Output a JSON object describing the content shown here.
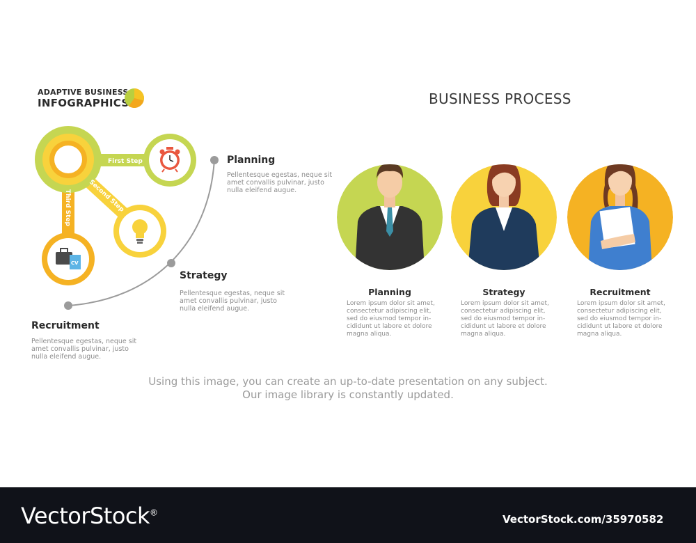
{
  "logo": {
    "line1": "ADAPTIVE BUSINESS",
    "line2": "INFOGRAPHICS",
    "pie_colors": [
      "#f6c324",
      "#b9cf3f"
    ]
  },
  "page_title": "BUSINESS PROCESS",
  "diagram": {
    "connector_labels": [
      "First Step",
      "Second Step",
      "Third Step"
    ],
    "icons": [
      "alarm-clock-icon",
      "light-bulb-icon",
      "briefcase-cv-icon"
    ],
    "colors": {
      "green": "#c5d652",
      "yellow": "#f8d23c",
      "orange": "#f5b223",
      "line": "#9b9b9b"
    }
  },
  "timeline": [
    {
      "title": "Planning",
      "desc": "Pellentesque egestas, neque sit amet convallis pulvinar, justo nulla eleifend augue."
    },
    {
      "title": "Strategy",
      "desc": "Pellentesque egestas, neque sit amet convallis pulvinar, justo nulla eleifend augue."
    },
    {
      "title": "Recruitment",
      "desc": "Pellentesque egestas, neque sit amet convallis pulvinar, justo nulla eleifend augue."
    }
  ],
  "people": [
    {
      "title": "Planning",
      "desc": "Lorem ipsum dolor sit amet, consectetur adipiscing elit, sed do eiusmod tempor in-cididunt ut labore et dolore magna aliqua.",
      "bg": "#c5d652"
    },
    {
      "title": "Strategy",
      "desc": "Lorem ipsum dolor sit amet, consectetur adipiscing elit, sed do eiusmod tempor in-cididunt ut labore et dolore magna aliqua.",
      "bg": "#f8d23c"
    },
    {
      "title": "Recruitment",
      "desc": "Lorem ipsum dolor sit amet, consectetur adipiscing elit, sed do eiusmod tempor in-cididunt ut labore et dolore magna aliqua.",
      "bg": "#f5b223"
    }
  ],
  "caption": "Using this image, you can create an up-to-date presentation on any subject. Our image library is constantly updated.",
  "watermark": {
    "brand": "VectorStock",
    "registered": "®",
    "id": "VectorStock.com/35970582"
  }
}
